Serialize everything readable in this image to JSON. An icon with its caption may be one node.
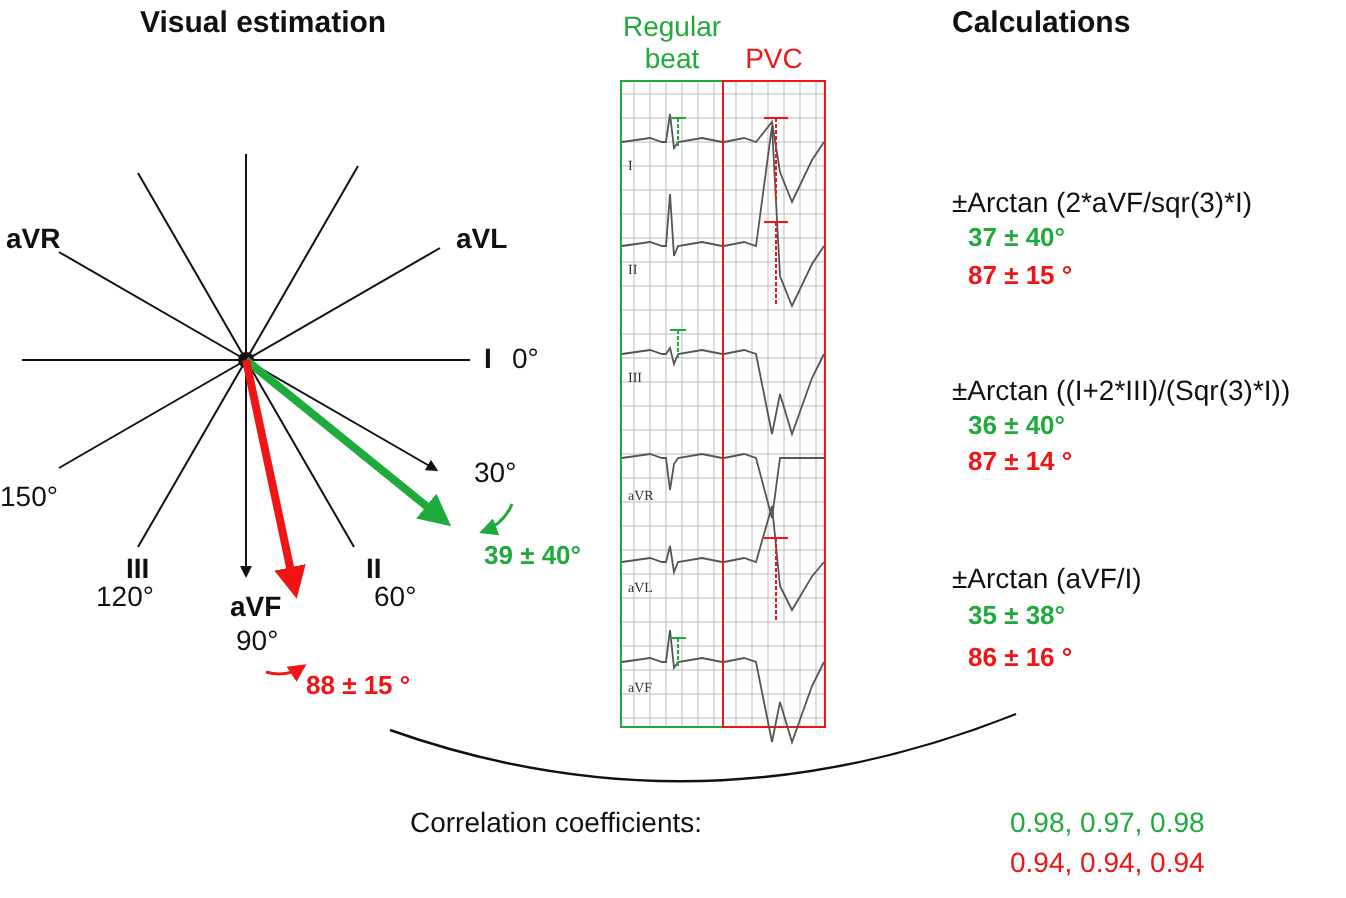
{
  "diagram": {
    "nodes": [
      {
        "text": [
          "Regular beat",
          "I",
          "II",
          "III",
          "aVR",
          "aVL",
          "aVF"
        ]
      },
      {
        "text": [
          "PVC"
        ]
      }
    ],
    "labels": [
      "Visual estimation",
      "Calculations",
      "aVR",
      "aVL",
      "I",
      "0°",
      "±Arctan (2*aVF/sqr(3)*I)",
      "37 ± 40°",
      "87 ± 15 °",
      "±Arctan ((I+2*III)/(Sqr(3)*I))",
      "36 ± 40°",
      "87 ± 14 °",
      "150°",
      "30°",
      "39 ± 40°",
      "III",
      "120°",
      "aVF",
      "II",
      "60°",
      "90°",
      "±Arctan (aVF/I)",
      "35 ± 38°",
      "86 ± 16 °",
      "88 ± 15 °",
      "Correlation coefficients:",
      "0.98, 0.97, 0.98",
      "0.94, 0.94, 0.94"
    ]
  }
}
